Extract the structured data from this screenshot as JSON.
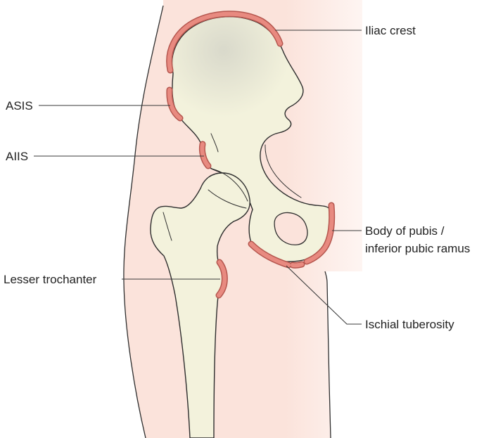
{
  "diagram": {
    "labels": {
      "iliac_crest": "Iliac crest",
      "asis": "ASIS",
      "aiis": "AIIS",
      "body_of_pubis_line1": "Body of pubis /",
      "body_of_pubis_line2": "inferior pubic ramus",
      "lesser_trochanter": "Lesser trochanter",
      "ischial_tuberosity": "Ischial tuberosity"
    }
  },
  "colors": {
    "skin": "#fbe3db",
    "skin-fade": "#fef5f2",
    "bone": "#f3f2dc",
    "bone-shade": "#d9d9cb",
    "marker": "#e88a80",
    "marker-edge": "#b5564e",
    "outline": "#2e2e2e",
    "label-text": "#222222"
  }
}
